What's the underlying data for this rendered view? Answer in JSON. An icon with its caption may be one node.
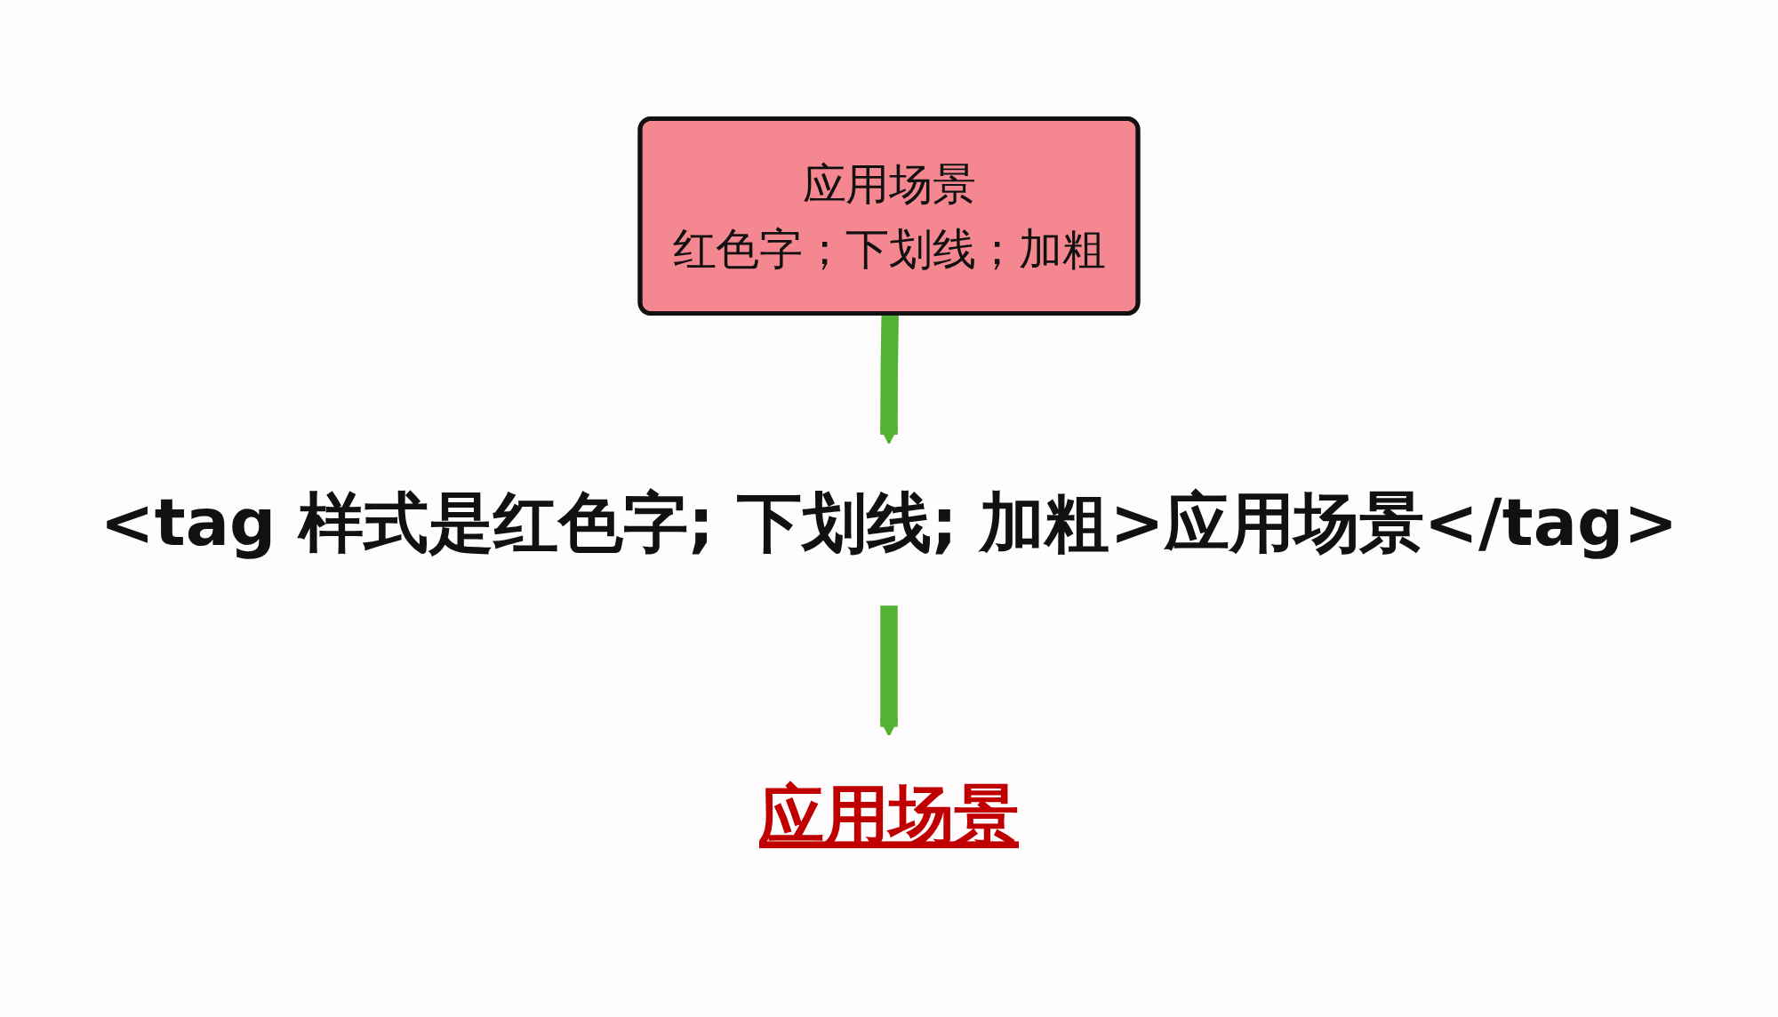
{
  "diagram": {
    "nodes": [
      {
        "text": [
          "应用场景",
          "红色字；下划线；加粗"
        ]
      },
      {
        "text": [
          "<tag 样式是红色字; 下划线; 加粗>应用场景</tag>"
        ]
      },
      {
        "text": [
          "应用场景"
        ]
      }
    ],
    "edges": [
      {
        "from": 0,
        "to": 1,
        "arrow": "to"
      },
      {
        "from": 1,
        "to": 2,
        "arrow": "to"
      }
    ]
  }
}
